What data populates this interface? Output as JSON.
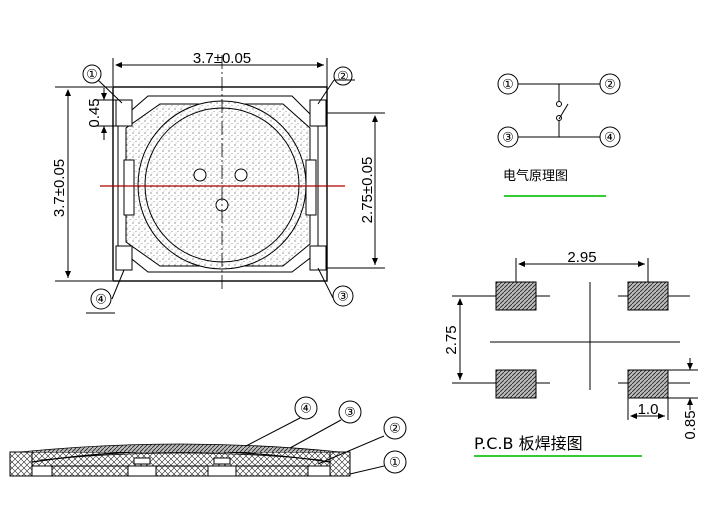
{
  "top_view": {
    "width_dim": "3.7±0.05",
    "height_dim": "3.7±0.05",
    "pad_dim": "0.45",
    "inner_dim": "2.75±0.05",
    "callouts": [
      "①",
      "②",
      "③",
      "④"
    ]
  },
  "schematic": {
    "terminals": [
      "①",
      "②",
      "③",
      "④"
    ],
    "caption": "电气原理图",
    "caption_underline_color": "#33cc33"
  },
  "pcb": {
    "pitch_dim": "2.95",
    "row_dim": "2.75",
    "pad_w_dim": "1.0",
    "pad_h_dim": "0.85",
    "caption": "P.C.B  板焊接图",
    "caption_underline_color": "#33cc33"
  },
  "side_view": {
    "callouts": [
      "④",
      "③",
      "②",
      "①"
    ]
  },
  "colors": {
    "centerline": "#b00000",
    "line": "#000000"
  }
}
